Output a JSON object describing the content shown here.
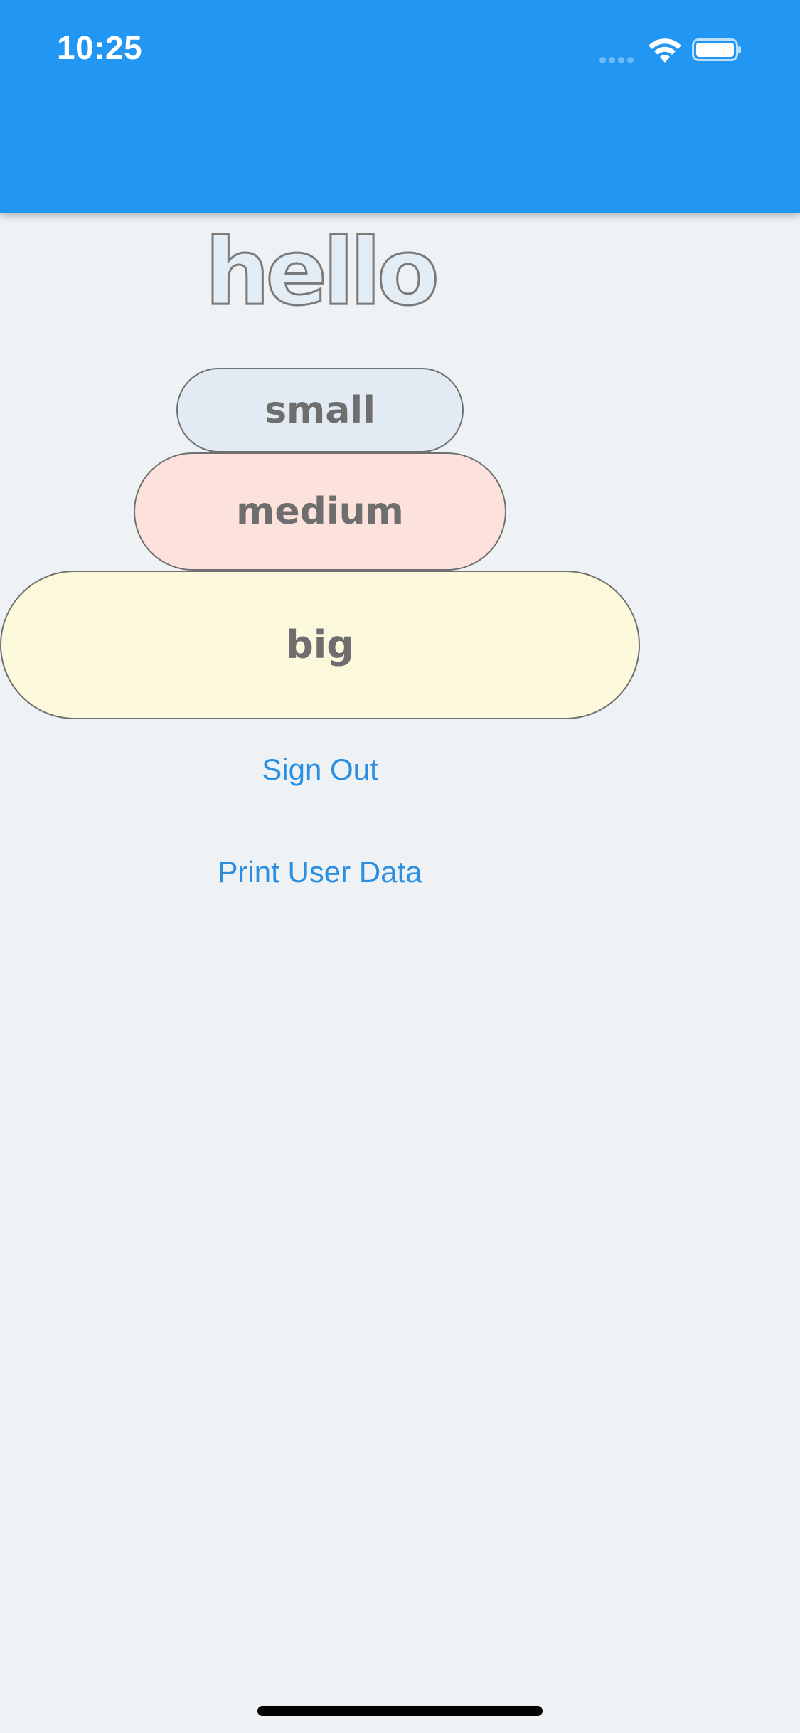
{
  "status_bar": {
    "time": "10:25",
    "icons": [
      "signal-icon",
      "wifi-icon",
      "battery-icon"
    ]
  },
  "app_bar": {
    "color": "#2196f3"
  },
  "main": {
    "title": "hello",
    "buttons": {
      "small": "small",
      "medium": "medium",
      "big": "big"
    },
    "links": {
      "sign_out": "Sign Out",
      "print_user_data": "Print User Data"
    }
  },
  "colors": {
    "background": "#eef2f5",
    "small_fill": "#e2ebf4",
    "medium_fill": "#fde1db",
    "big_fill": "#fdf9dc",
    "link": "#2a8fe0"
  }
}
